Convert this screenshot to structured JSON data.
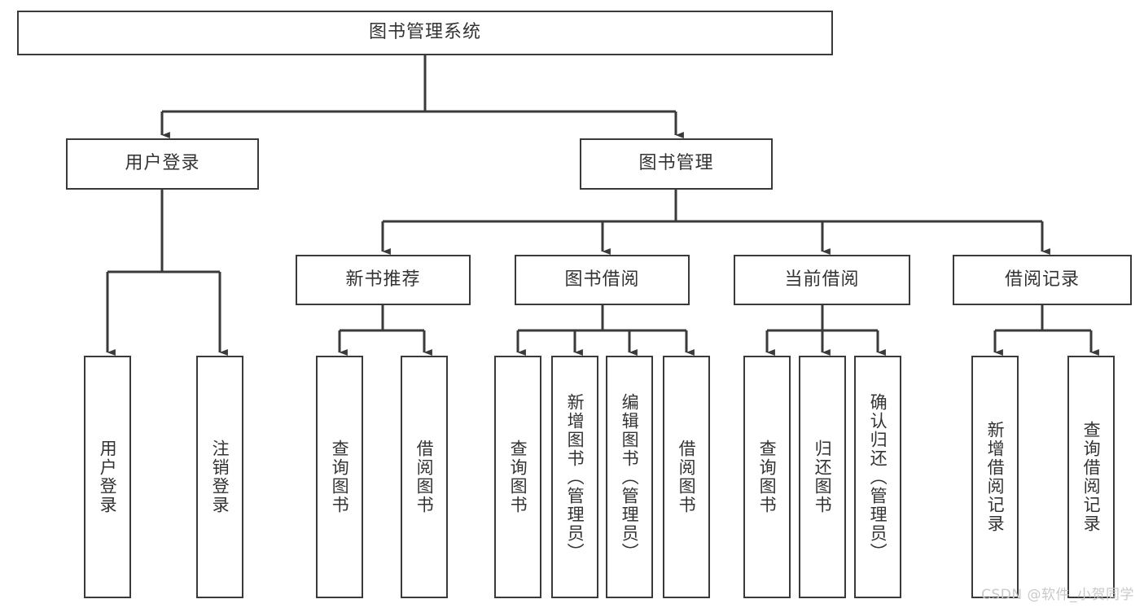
{
  "diagram": {
    "title": "图书管理系统",
    "type": "tree-hierarchy",
    "stroke_color": "#3a3a3a",
    "text_color": "#333333",
    "background_color": "#ffffff",
    "nodes": {
      "root": {
        "label": "图书管理系统"
      },
      "level1": [
        {
          "id": "user-login",
          "label": "用户登录"
        },
        {
          "id": "book-manage",
          "label": "图书管理"
        }
      ],
      "level2": [
        {
          "id": "new-book-recommend",
          "label": "新书推荐"
        },
        {
          "id": "book-borrow",
          "label": "图书借阅"
        },
        {
          "id": "current-borrow",
          "label": "当前借阅"
        },
        {
          "id": "borrow-record",
          "label": "借阅记录"
        }
      ],
      "leaves": {
        "user_login": [
          {
            "id": "leaf-user-login",
            "label": "用户登录"
          },
          {
            "id": "leaf-logout-login",
            "label": "注销登录"
          }
        ],
        "new_book_recommend": [
          {
            "id": "leaf-query-book-1",
            "label": "查询图书"
          },
          {
            "id": "leaf-borrow-book-1",
            "label": "借阅图书"
          }
        ],
        "book_borrow": [
          {
            "id": "leaf-query-book-2",
            "label": "查询图书"
          },
          {
            "id": "leaf-add-book",
            "label": "新增图书（管理员）"
          },
          {
            "id": "leaf-edit-book",
            "label": "编辑图书（管理员）"
          },
          {
            "id": "leaf-borrow-book-2",
            "label": "借阅图书"
          }
        ],
        "current_borrow": [
          {
            "id": "leaf-query-book-3",
            "label": "查询图书"
          },
          {
            "id": "leaf-return-book",
            "label": "归还图书"
          },
          {
            "id": "leaf-confirm-return",
            "label": "确认归还（管理员）"
          }
        ],
        "borrow_record": [
          {
            "id": "leaf-add-record",
            "label": "新增借阅记录"
          },
          {
            "id": "leaf-query-record",
            "label": "查询借阅记录"
          }
        ]
      }
    }
  },
  "watermark": {
    "text": "CSDN @软件_小贺同学"
  }
}
